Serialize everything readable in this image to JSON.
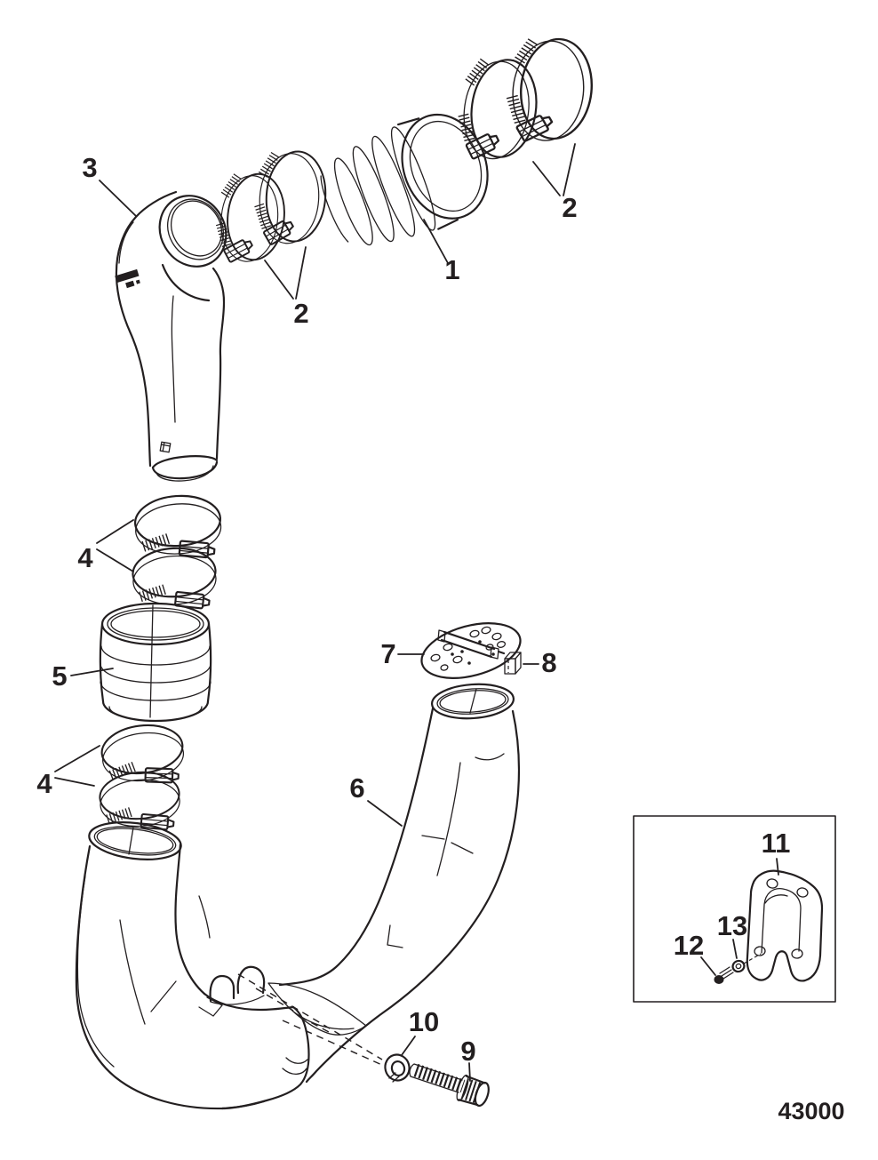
{
  "colors": {
    "background": "#ffffff",
    "line": "#231f20"
  },
  "callouts": {
    "c1": "1",
    "c2_left": "2",
    "c2_right": "2",
    "c3": "3",
    "c4_upper": "4",
    "c4_lower": "4",
    "c5": "5",
    "c6": "6",
    "c7": "7",
    "c8": "8",
    "c9": "9",
    "c10": "10",
    "c11": "11",
    "c12": "12",
    "c13": "13"
  },
  "drawing_number": "43000"
}
